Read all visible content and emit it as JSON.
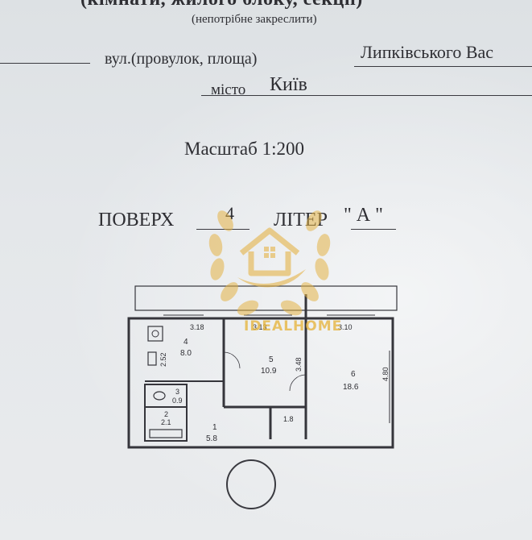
{
  "header": {
    "cut_text": "(кімнати, жилого блоку, секції)",
    "note": "(непотрібне закреслити)"
  },
  "address": {
    "street_label": "вул.(провулок, площа)",
    "street_value": "Липківського Вас",
    "city_label": "місто",
    "city_value": "Київ"
  },
  "scale": "Масштаб 1:200",
  "floor": {
    "label": "ПОВЕРХ",
    "value": "4"
  },
  "liter": {
    "label": "ЛІТЕР",
    "value": "\" А \""
  },
  "watermark": {
    "text": "IDEALHOME"
  },
  "plan": {
    "dims": {
      "top_left": "3.18",
      "top_mid": "3.13",
      "top_right": "3.10",
      "left_side": "2.52",
      "mid_side": "3.48",
      "right_side": "4.80",
      "corridor": "1.8"
    },
    "rooms": [
      {
        "num": "4",
        "area": "8.0"
      },
      {
        "num": "5",
        "area": "10.9"
      },
      {
        "num": "6",
        "area": "18.6"
      },
      {
        "num": "3",
        "area": "0.9"
      },
      {
        "num": "2",
        "area": "2.1"
      },
      {
        "num": "1",
        "area": "5.8"
      }
    ]
  },
  "colors": {
    "paper": "#e6e9eb",
    "ink": "#2e2e33",
    "watermark": "#e3b24a"
  }
}
